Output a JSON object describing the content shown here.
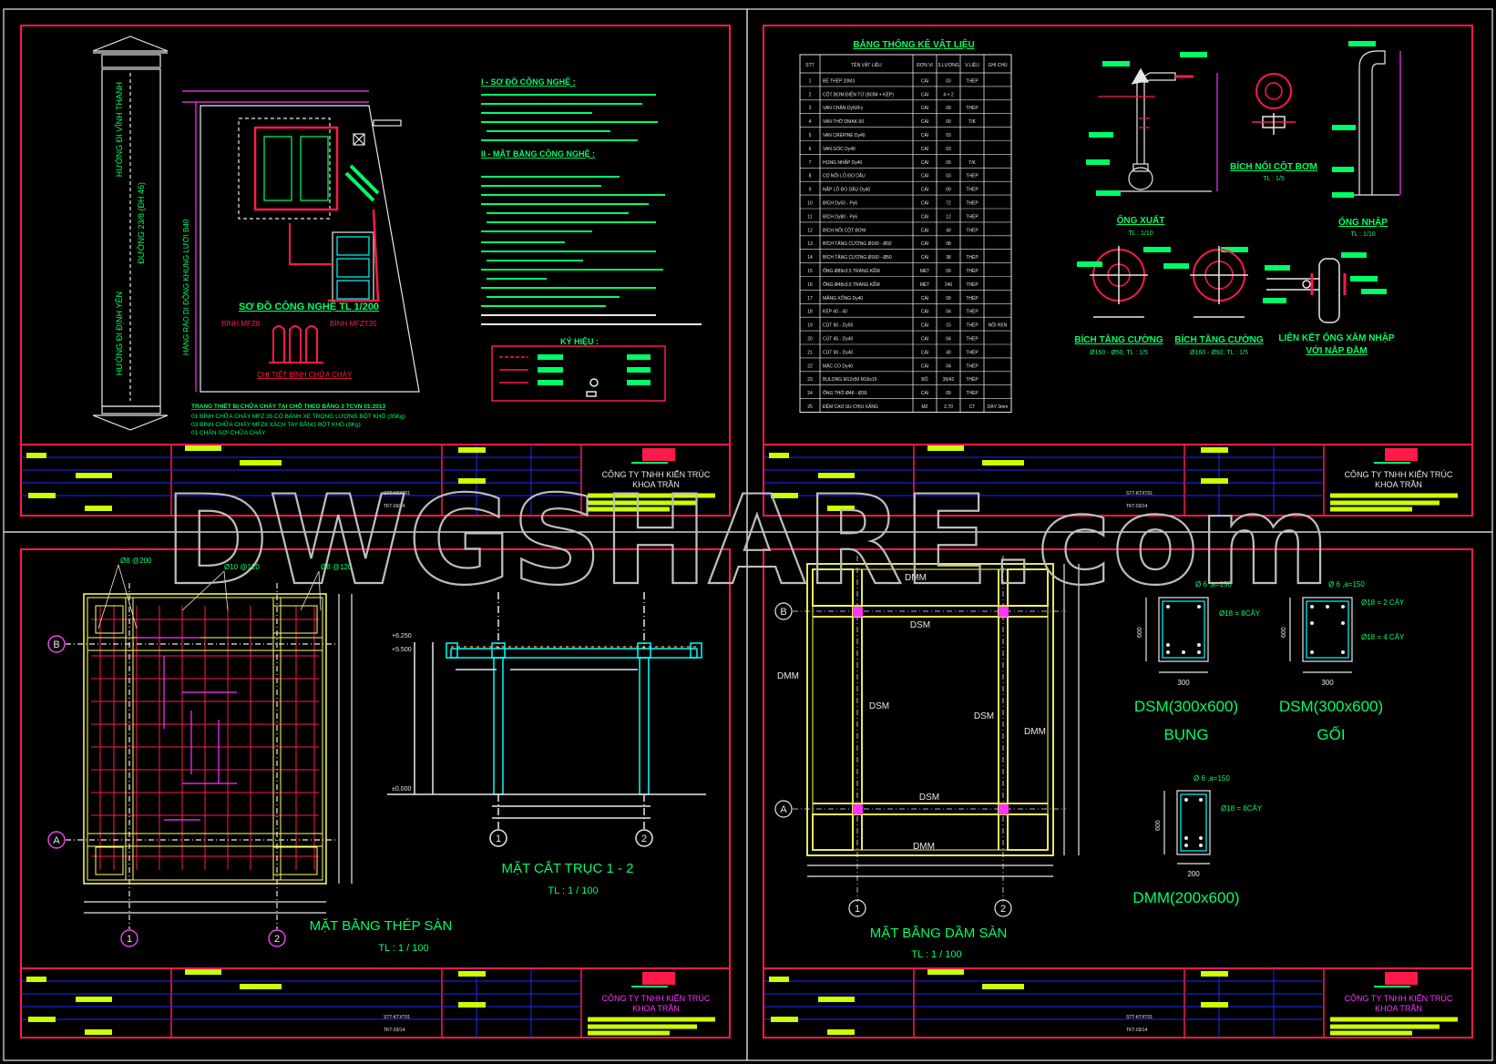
{
  "colors": {
    "background": "#000000",
    "border_red": "#ff1a4a",
    "frame_white": "#e8e8e8",
    "blue": "#1a2bff",
    "green_text": "#00ff66",
    "yellow": "#ffff66",
    "magenta": "#ff33ff",
    "lime_bar": "#ccff00",
    "watermark": "#bdbdbd"
  },
  "watermark": "DWGSHARE.com",
  "company": {
    "name_line1": "CÔNG TY TNHH KIẾN TRÚC",
    "name_line2": "KHOA TRẦN"
  },
  "sheet1": {
    "road_top": "HƯỚNG ĐI VĨNH THẠNH",
    "road_mid": "ĐƯỜNG 23/8 (ĐH 46)",
    "road_bottom": "HƯỚNG ĐI ĐỊNH YÊN",
    "fence_label": "HÀNG RÀO DI ĐỘNG KHUNG LƯỚI B40",
    "plan_title": "SƠ ĐỒ CÔNG NGHỆ TL 1/200",
    "ext1": "BÌNH MFZ8",
    "ext2": "BÌNH MFZT35",
    "ext_detail": "CHI TIẾT BÌNH CHỮA CHÁY",
    "section_i": "I - SƠ ĐỒ CÔNG NGHỆ :",
    "section_ii": "II - MẶT BẰNG CÔNG NGHỆ :",
    "legend_title": "KÝ HIỆU :",
    "fire_notes_title": "TRANG THIẾT BỊ CHỮA CHÁY TẠI CHỖ THEO BẢNG 3 TCVN 01:2013",
    "fire_notes": [
      "01 BÌNH CHỮA CHÁY MFZ 35 CÓ BÁNH XE TRỌNG LƯỢNG BỘT KHÔ (35Kg)",
      "03 BÌNH CHỮA CHÁY MFZ8 XÁCH TAY BẰNG BỘT KHÔ (8Kg)",
      "01 CHĂN SỢI CHỮA CHÁY"
    ]
  },
  "sheet2": {
    "table_title": "BẢNG THỐNG KÊ VẬT LIỆU",
    "headers": [
      "STT",
      "TÊN VẬT LIỆU",
      "ĐƠN VỊ",
      "S.LƯỢNG",
      "V.LIỆU",
      "GHI CHÚ"
    ],
    "rows": [
      [
        "1",
        "BỂ THÉP 20M3",
        "CÁI",
        "03",
        "THÉP",
        ""
      ],
      [
        "2",
        "CỘT BƠM ĐIỆN TỬ (BƠM + KÉP)",
        "CÁI",
        "4 + 2",
        "",
        ""
      ],
      [
        "3",
        "VAN CHẶN Dy50Fy",
        "CÁI",
        "09",
        "THÉP",
        ""
      ],
      [
        "4",
        "VAN THỞ DMAK-50",
        "CÁI",
        "09",
        "T/K",
        ""
      ],
      [
        "5",
        "VAN CRÉPINE Dy40",
        "CÁI",
        "03",
        "",
        ""
      ],
      [
        "6",
        "VAN GÓC Dy40",
        "CÁI",
        "03",
        "",
        ""
      ],
      [
        "7",
        "HỌNG NHẬP Dy40",
        "CÁI",
        "09",
        "T/K",
        ""
      ],
      [
        "8",
        "CỔ NỐI LỖ ĐO DẦU",
        "CÁI",
        "03",
        "THÉP",
        ""
      ],
      [
        "9",
        "NẮP LỖ ĐO DẦU Dy40",
        "CÁI",
        "09",
        "THÉP",
        ""
      ],
      [
        "10",
        "BÍCH Dy50 - Py6",
        "CÁI",
        "72",
        "THÉP",
        ""
      ],
      [
        "11",
        "BÍCH Dy80 - Py6",
        "CÁI",
        "12",
        "THÉP",
        ""
      ],
      [
        "12",
        "BÍCH NỐI CỘT BƠM",
        "CÁI",
        "40",
        "THÉP",
        ""
      ],
      [
        "13",
        "BÍCH TĂNG CƯỜNG Ø160 - Ø92",
        "CÁI",
        "08",
        "",
        ""
      ],
      [
        "14",
        "BÍCH TĂNG CƯỜNG Ø160 - Ø50",
        "CÁI",
        "38",
        "THÉP",
        ""
      ],
      [
        "15",
        "ỐNG Ø89x3.5 TRÁNG KẼM",
        "MÉT",
        "09",
        "THÉP",
        ""
      ],
      [
        "16",
        "ỐNG Ø48x3.5 TRÁNG KẼM",
        "MÉT",
        "240",
        "THÉP",
        ""
      ],
      [
        "17",
        "MĂNG XÔNG Dy40",
        "CÁI",
        "09",
        "THÉP",
        ""
      ],
      [
        "18",
        "KÉP 40 - 40",
        "CÁI",
        "04",
        "THÉP",
        ""
      ],
      [
        "19",
        "CÚT 90 - Dy50",
        "CÁI",
        "15",
        "THÉP",
        "NỐI REN"
      ],
      [
        "20",
        "CÚT 45 - Dy40",
        "CÁI",
        "04",
        "THÉP",
        ""
      ],
      [
        "21",
        "CÚT 90 - Dy40",
        "CÁI",
        "40",
        "THÉP",
        ""
      ],
      [
        "22",
        "MẶC CO Dy40",
        "CÁI",
        "04",
        "THÉP",
        ""
      ],
      [
        "23",
        "BULONG M12x50 M16x15",
        "BỘ",
        "35/42",
        "THÉP",
        ""
      ],
      [
        "24",
        "ỐNG THỞ Ø48 - Ø39",
        "CÁI",
        "09",
        "THÉP",
        ""
      ],
      [
        "25",
        "ĐỆM CAO SU CHỊU XĂNG",
        "M2",
        "2.70",
        "CT",
        "DÀY 3mm"
      ]
    ],
    "det_ong_xuat": "ỐNG XUẤT",
    "det_ong_xuat_scale": "TL : 1/10",
    "det_bich_noi": "BÍCH NỐI CỘT BƠM",
    "det_bich_noi_scale": "TL : 1/5",
    "det_ong_nhap": "ỐNG NHẬP",
    "det_ong_nhap_scale": "TL : 1/10",
    "det_btc1": "BÍCH TĂNG CƯỜNG",
    "det_btc1_scale": "Ø160 - Ø50, TL : 1/5",
    "det_btc2": "BÍCH TĂNG CƯỜNG",
    "det_btc2_scale": "Ø160 - Ø92, TL : 1/5",
    "det_lk1": "LIÊN KẾT ỐNG XĂM NHẬP",
    "det_lk2": "VỚI NẮP ĐẦM"
  },
  "sheet3": {
    "rebar1": "Ø8 @200",
    "rebar2": "Ø10 @120",
    "rebar3": "Ø8 @120",
    "axis_b": "B",
    "axis_a": "A",
    "axis_1": "1",
    "axis_2": "2",
    "level1": "+6.250",
    "level2": "+5.500",
    "level0": "±0.000",
    "plan_title": "MẶT BẰNG THÉP SÀN",
    "plan_scale": "TL : 1 / 100",
    "section_title": "MẶT CẮT TRỤC 1 - 2",
    "section_scale": "TL : 1 / 100"
  },
  "sheet4": {
    "dmm_top": "DMM",
    "dsm_top": "DSM",
    "dmm_left": "DMM",
    "dsm_left": "DSM",
    "dsm_right": "DSM",
    "dmm_right": "DMM",
    "dsm_bottom": "DSM",
    "dmm_bottom": "DMM",
    "plan_title": "MẶT BẰNG DẦM SÀN",
    "plan_scale": "TL : 1 / 100",
    "stirrup": "Ø 6 ,a=150",
    "bar1": "Ø18 = 8CÂY",
    "bar2a": "Ø18 = 2 CÂY",
    "bar2b": "Ø18 = 4 CÂY",
    "bar3": "Ø18 = 8CÂY",
    "dim_h": "600",
    "dim_w1": "300",
    "dim_w2": "300",
    "dim_w3": "200",
    "beam1_title": "DSM(300x600)",
    "beam1_sub": "BỤNG",
    "beam2_title": "DSM(300x600)",
    "beam2_sub": "GỐI",
    "beam3_title": "DMM(200x600)"
  },
  "title_block": {
    "code1": "STT-KTXT01",
    "code2": "TKT-03/14"
  }
}
